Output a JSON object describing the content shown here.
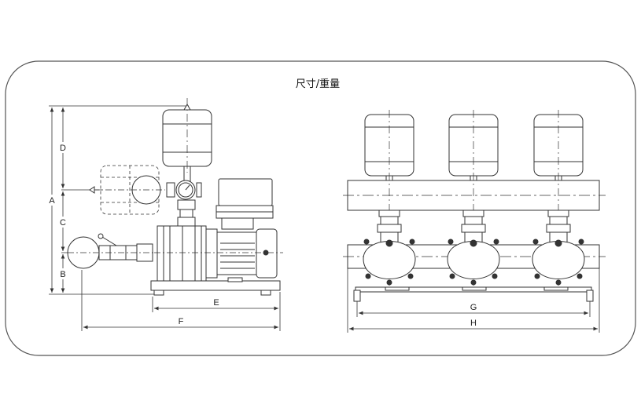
{
  "title": "尺寸/重量",
  "dimensions": {
    "A": "A",
    "B": "B",
    "C": "C",
    "D": "D",
    "E": "E",
    "F": "F",
    "G": "G",
    "H": "H"
  }
}
